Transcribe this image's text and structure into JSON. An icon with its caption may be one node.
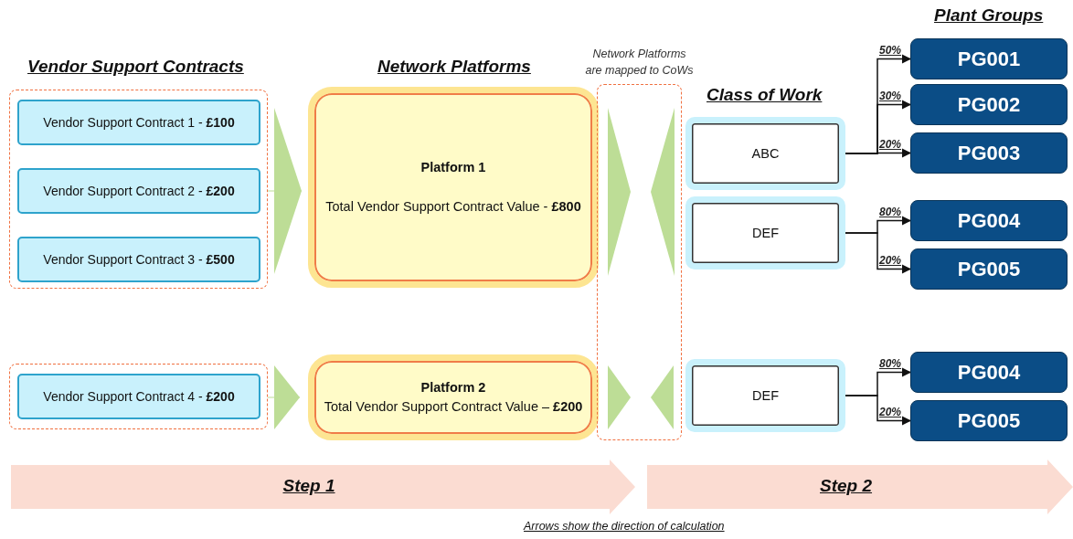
{
  "diagram": {
    "nodes": [
      {
        "text": [],
        "shape": "box"
      },
      {
        "text": [
          "Vendor Support Contract 1 - **£100**"
        ],
        "in": 0
      },
      {
        "text": [
          "Vendor Support Contract 2 - **£200**"
        ],
        "in": 0
      },
      {
        "text": [
          "Vendor Support Contract 3 - **£500**"
        ],
        "in": 0
      },
      {
        "text": [
          "Platform 1",
          "Total Vendor Support Contract Value - **£800**"
        ]
      },
      {
        "text": [],
        "shape": "box"
      },
      {
        "text": [
          "Vendor Support Contract 4 - **£200**"
        ],
        "in": 5
      },
      {
        "text": [
          "Platform 2",
          "Total Vendor Support Contract Value – **£200**"
        ]
      },
      {
        "text": [],
        "shape": "box",
        "beside": [
          "Network Platforms are mapped to CoWs"
        ]
      },
      {
        "text": [
          "ABC"
        ]
      },
      {
        "text": [
          "DEF"
        ]
      },
      {
        "text": [
          "DEF"
        ]
      },
      {
        "text": [
          "PG001"
        ]
      },
      {
        "text": [
          "PG002"
        ]
      },
      {
        "text": [
          "PG003"
        ]
      },
      {
        "text": [
          "PG004"
        ]
      },
      {
        "text": [
          "PG005"
        ]
      },
      {
        "text": [
          "PG004"
        ]
      },
      {
        "text": [
          "PG005"
        ]
      }
    ],
    "edges": [
      {
        "from": 0,
        "to": 4,
        "arrow": "to",
        "color": "#bddd96"
      },
      {
        "from": 5,
        "to": 7,
        "arrow": "to",
        "color": "#bddd96"
      },
      {
        "from": 9,
        "to": 12,
        "arrow": "to",
        "label": "50%"
      },
      {
        "from": 9,
        "to": 13,
        "arrow": "to",
        "label": "30%"
      },
      {
        "from": 9,
        "to": 14,
        "arrow": "to",
        "label": "20%"
      },
      {
        "from": 10,
        "to": 15,
        "arrow": "to",
        "label": "80%"
      },
      {
        "from": 10,
        "to": 16,
        "arrow": "to",
        "label": "20%"
      },
      {
        "from": 11,
        "to": 17,
        "arrow": "to",
        "label": "80%"
      },
      {
        "from": 11,
        "to": 18,
        "arrow": "to",
        "label": "20%"
      }
    ],
    "labels": [
      "Plant Groups",
      "Vendor Support Contracts",
      "Network Platforms",
      "Class of Work",
      "Step 1",
      "Step 2",
      "Arrows show the direction of calculation"
    ]
  }
}
